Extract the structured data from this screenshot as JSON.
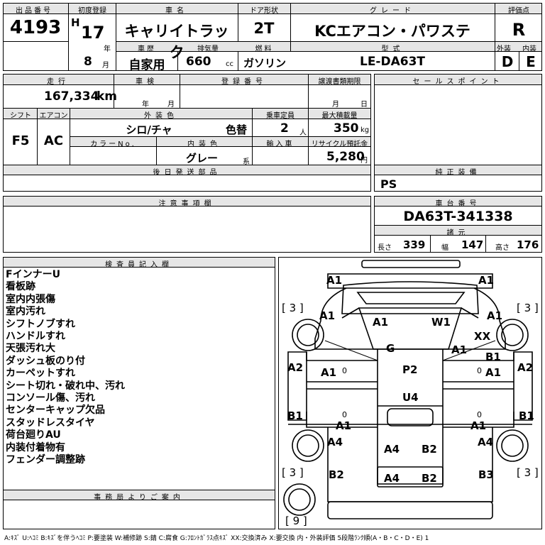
{
  "top": {
    "lot_no_label": "出品番号",
    "lot_no": "4193",
    "first_reg_label": "初度登録",
    "era": "H",
    "year": "17",
    "year_unit": "年",
    "month": "8",
    "month_unit": "月",
    "name_label": "車名",
    "name": "キャリイトラック",
    "door_label": "ドア形状",
    "door": "2T",
    "grade_label": "グレード",
    "grade": "KCエアコン・パワステ",
    "score_label": "評価点",
    "score": "R",
    "history_label": "車歴",
    "history": "自家用",
    "displacement_label": "排気量",
    "displacement": "660",
    "displacement_unit": "cc",
    "fuel_label": "燃料",
    "fuel": "ガソリン",
    "model_label": "型式",
    "model": "LE-DA63T",
    "ext_label": "外装",
    "ext": "D",
    "int_label": "内装",
    "int": "E"
  },
  "mid": {
    "mileage_label": "走行",
    "mileage": "167,334",
    "mileage_unit": "km",
    "inspection_label": "車検",
    "insp_year": "年",
    "insp_month": "月",
    "regno_label": "登録番号",
    "transfer_label": "譲渡書類期限",
    "transfer_month": "月",
    "transfer_day": "日",
    "shift_label": "シフト",
    "shift": "F5",
    "ac_label": "エアコン",
    "ac": "AC",
    "ext_color_label": "外装色",
    "ext_color": "シロ/チャ",
    "color_change": "色替",
    "capacity_label": "乗車定員",
    "capacity": "2",
    "capacity_unit": "人",
    "load_label": "最大積載量",
    "load": "350",
    "load_unit": "kg",
    "color_no_label": "カラーNo.",
    "int_color_label": "内装色",
    "int_color": "グレー",
    "int_color_unit": "系",
    "import_label": "輸入車",
    "recycle_label": "リサイクル預託金",
    "recycle": "5,280",
    "recycle_unit": "円",
    "later_parts_label": "後日発送部品"
  },
  "right": {
    "sales_point_label": "セールスポイント",
    "genuine_label": "純正装備",
    "genuine": "PS",
    "chassis_label": "車台番号",
    "chassis": "DA63T-341338",
    "spec_label": "諸元",
    "length_label": "長さ",
    "length": "339",
    "width_label": "幅",
    "width": "147",
    "height_label": "高さ",
    "height": "176"
  },
  "caution_label": "注意事項欄",
  "inspector_label": "検査員記入欄",
  "inspector_notes": [
    "FインナーU",
    "看板跡",
    "室内内張傷",
    "室内汚れ",
    "シフトノブすれ",
    "ハンドルすれ",
    "天張汚れ大",
    "ダッシュ板のり付",
    "カーペットすれ",
    "シート切れ・破れ中、汚れ",
    "コンソール傷、汚れ",
    "センターキャップ欠品",
    "スタッドレスタイヤ",
    "荷台廻りAU",
    "内装付着物有",
    "フェンダー調整跡"
  ],
  "office_label": "事務局よりご案内",
  "diagram": {
    "tl_a1": "A1",
    "tr_a1": "A1",
    "l_bracket": "[ 3 ]",
    "r_bracket": "[ 3 ]",
    "l_a1": "A1",
    "ws_a1": "A1",
    "ws_w1": "W1",
    "r_a1": "A1",
    "xx": "XX",
    "g": "G",
    "rq_a1": "A1",
    "a2_left": "A2",
    "a1_left": "A1",
    "zero_l": "0",
    "p2": "P2",
    "b1_right": "B1",
    "a1_right": "A1",
    "zero_r": "0",
    "a2_right": "A2",
    "u4": "U4",
    "b1_left": "B1",
    "zero_l2": "0",
    "zero_r2": "0",
    "b1_right2": "B1",
    "a1_bl": "A1",
    "a1_br": "A1",
    "a4_l": "A4",
    "a4_c": "A4",
    "b2_c": "B2",
    "a4_r": "A4",
    "bl_bracket": "[ 3 ]",
    "br_bracket": "[ 3 ]",
    "b2_l": "B2",
    "a4_c2": "A4",
    "b2_c2": "B2",
    "b3_r": "B3",
    "spare": "[ 9 ]"
  },
  "footer": "A:ｷｽﾞ U:ﾍｺﾐ B:ｷｽﾞを伴うﾍｺﾐ P:要塗装 W:補修跡 S:錆 C:腐食 G:ﾌﾛﾝﾄｶﾞﾗｽ点ｷｽﾞ XX:交換済み X:要交換 内・外装評価 5段階ﾗﾝｸ順(A・B・C・D・E) 1"
}
